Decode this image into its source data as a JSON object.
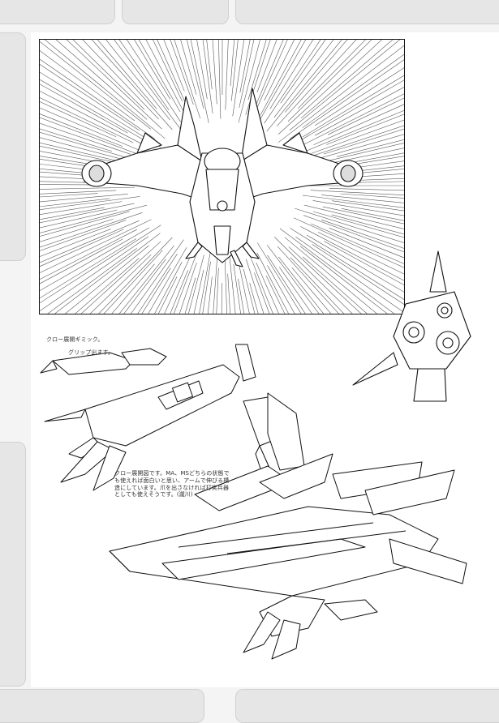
{
  "captions": {
    "claw_gimmick": "クロー展開ギミック。",
    "grip_out": "グリップ出ます。",
    "description_lines": [
      "クロー展開図です。MA、MSどちらの状態で",
      "も使えれば面白いと思い、アームで伸びる構",
      "造にしています。爪を出さなければ打突兵器",
      "としても使えそうです。(瀧川)"
    ]
  },
  "colors": {
    "background": "#f4f4f4",
    "panel": "#e6e6e6",
    "ink": "#111111"
  }
}
